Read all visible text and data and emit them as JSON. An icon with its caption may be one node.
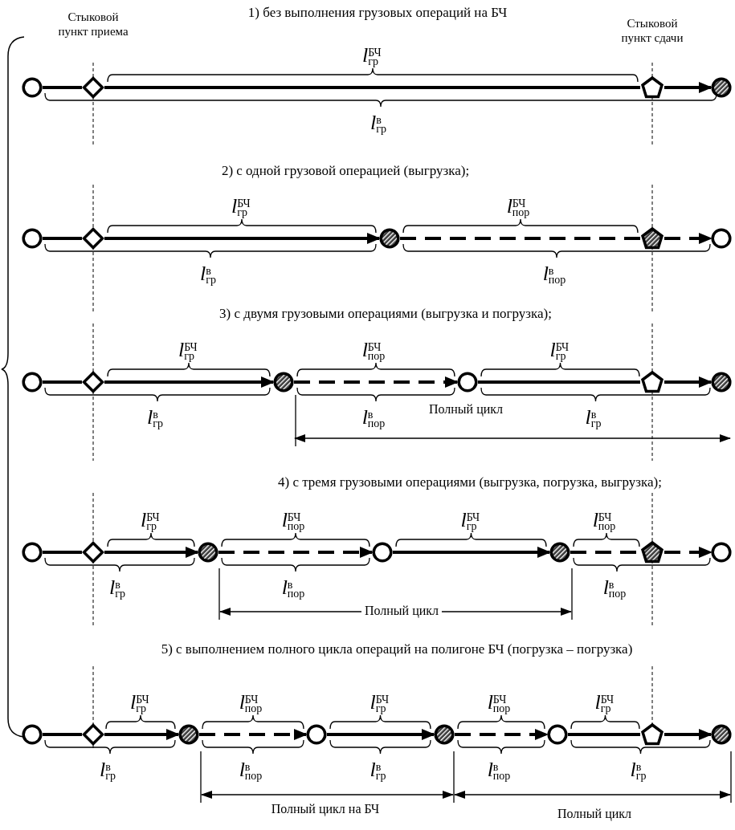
{
  "diagram": {
    "nodes": [
      {
        "text": [],
        "shape": "circle"
      },
      {
        "text": [],
        "shape": "diamond",
        "beside": [
          "Стыковой пункт приема"
        ]
      },
      {
        "text": [],
        "shape": "pentagon",
        "beside": [
          "Стыковой пункт сдачи"
        ]
      },
      {
        "text": [],
        "shape": "hatched-circle"
      },
      {
        "text": [],
        "shape": "circle"
      },
      {
        "text": [],
        "shape": "diamond"
      },
      {
        "text": [],
        "shape": "hatched-circle"
      },
      {
        "text": [],
        "shape": "hatched-pentagon"
      },
      {
        "text": [],
        "shape": "circle"
      },
      {
        "text": [],
        "shape": "circle"
      },
      {
        "text": [],
        "shape": "diamond"
      },
      {
        "text": [],
        "shape": "hatched-circle"
      },
      {
        "text": [],
        "shape": "circle"
      },
      {
        "text": [],
        "shape": "pentagon"
      },
      {
        "text": [],
        "shape": "hatched-circle"
      },
      {
        "text": [],
        "shape": "circle"
      },
      {
        "text": [],
        "shape": "diamond"
      },
      {
        "text": [],
        "shape": "hatched-circle"
      },
      {
        "text": [],
        "shape": "circle"
      },
      {
        "text": [],
        "shape": "hatched-circle"
      },
      {
        "text": [],
        "shape": "hatched-pentagon"
      },
      {
        "text": [],
        "shape": "circle"
      },
      {
        "text": [],
        "shape": "circle"
      },
      {
        "text": [],
        "shape": "diamond"
      },
      {
        "text": [],
        "shape": "hatched-circle"
      },
      {
        "text": [],
        "shape": "circle"
      },
      {
        "text": [],
        "shape": "hatched-circle"
      },
      {
        "text": [],
        "shape": "circle"
      },
      {
        "text": [],
        "shape": "pentagon"
      },
      {
        "text": [],
        "shape": "hatched-circle"
      }
    ],
    "edges": [
      {
        "from": 0,
        "to": 1,
        "arrow": "none"
      },
      {
        "from": 1,
        "to": 2,
        "arrow": "none"
      },
      {
        "from": 2,
        "to": 3,
        "arrow": "to"
      },
      {
        "from": 4,
        "to": 5,
        "arrow": "none"
      },
      {
        "from": 5,
        "to": 6,
        "arrow": "to"
      },
      {
        "from": 6,
        "to": 7,
        "arrow": "none",
        "style": "dashed"
      },
      {
        "from": 7,
        "to": 8,
        "arrow": "to",
        "style": "dashed"
      },
      {
        "from": 9,
        "to": 10,
        "arrow": "none"
      },
      {
        "from": 10,
        "to": 11,
        "arrow": "to"
      },
      {
        "from": 11,
        "to": 12,
        "arrow": "to",
        "style": "dashed"
      },
      {
        "from": 12,
        "to": 13,
        "arrow": "none"
      },
      {
        "from": 13,
        "to": 14,
        "arrow": "to"
      },
      {
        "from": 15,
        "to": 16,
        "arrow": "none"
      },
      {
        "from": 16,
        "to": 17,
        "arrow": "to"
      },
      {
        "from": 17,
        "to": 18,
        "arrow": "to",
        "style": "dashed"
      },
      {
        "from": 18,
        "to": 19,
        "arrow": "to"
      },
      {
        "from": 19,
        "to": 20,
        "arrow": "none",
        "style": "dashed"
      },
      {
        "from": 20,
        "to": 21,
        "arrow": "to",
        "style": "dashed"
      },
      {
        "from": 22,
        "to": 23,
        "arrow": "none"
      },
      {
        "from": 23,
        "to": 24,
        "arrow": "to"
      },
      {
        "from": 24,
        "to": 25,
        "arrow": "to",
        "style": "dashed"
      },
      {
        "from": 25,
        "to": 26,
        "arrow": "to"
      },
      {
        "from": 26,
        "to": 27,
        "arrow": "to",
        "style": "dashed"
      },
      {
        "from": 27,
        "to": 28,
        "arrow": "none"
      },
      {
        "from": 28,
        "to": 29,
        "arrow": "to"
      }
    ],
    "labels": [
      "1) без выполнения грузовых операций на БЧ",
      "*l*$^{БЧ}$$_{гр}$",
      "*l*$^{в}$$_{гр}$",
      "2) с одной грузовой операцией (выгрузка);",
      "*l*$^{БЧ}$$_{гр}$",
      "*l*$^{БЧ}$$_{пор}$",
      "*l*$^{в}$$_{гр}$",
      "*l*$^{в}$$_{пор}$",
      "3) с двумя грузовыми операциями (выгрузка и погрузка);",
      "*l*$^{БЧ}$$_{гр}$",
      "*l*$^{БЧ}$$_{пор}$",
      "*l*$^{БЧ}$$_{гр}$",
      "*l*$^{в}$$_{гр}$",
      "*l*$^{в}$$_{пор}$",
      "Полный цикл",
      "*l*$^{в}$$_{гр}$",
      "4) с тремя грузовыми операциями (выгрузка, погрузка, выгрузка);",
      "*l*$^{БЧ}$$_{гр}$",
      "*l*$^{БЧ}$$_{пор}$",
      "*l*$^{БЧ}$$_{гр}$",
      "*l*$^{БЧ}$$_{пор}$",
      "*l*$^{в}$$_{гр}$",
      "*l*$^{в}$$_{пор}$",
      "*l*$^{в}$$_{пор}$",
      "Полный цикл",
      "5) с выполнением полного цикла операций на полигоне БЧ (погрузка – погрузка)",
      "*l*$^{БЧ}$$_{гр}$",
      "*l*$^{БЧ}$$_{пор}$",
      "*l*$^{БЧ}$$_{гр}$",
      "*l*$^{БЧ}$$_{пор}$",
      "*l*$^{БЧ}$$_{гр}$",
      "*l*$^{в}$$_{гр}$",
      "*l*$^{в}$$_{пор}$",
      "*l*$^{в}$$_{гр}$",
      "*l*$^{в}$$_{пор}$",
      "*l*$^{в}$$_{гр}$",
      "Полный цикл на БЧ",
      "Полный цикл"
    ]
  }
}
